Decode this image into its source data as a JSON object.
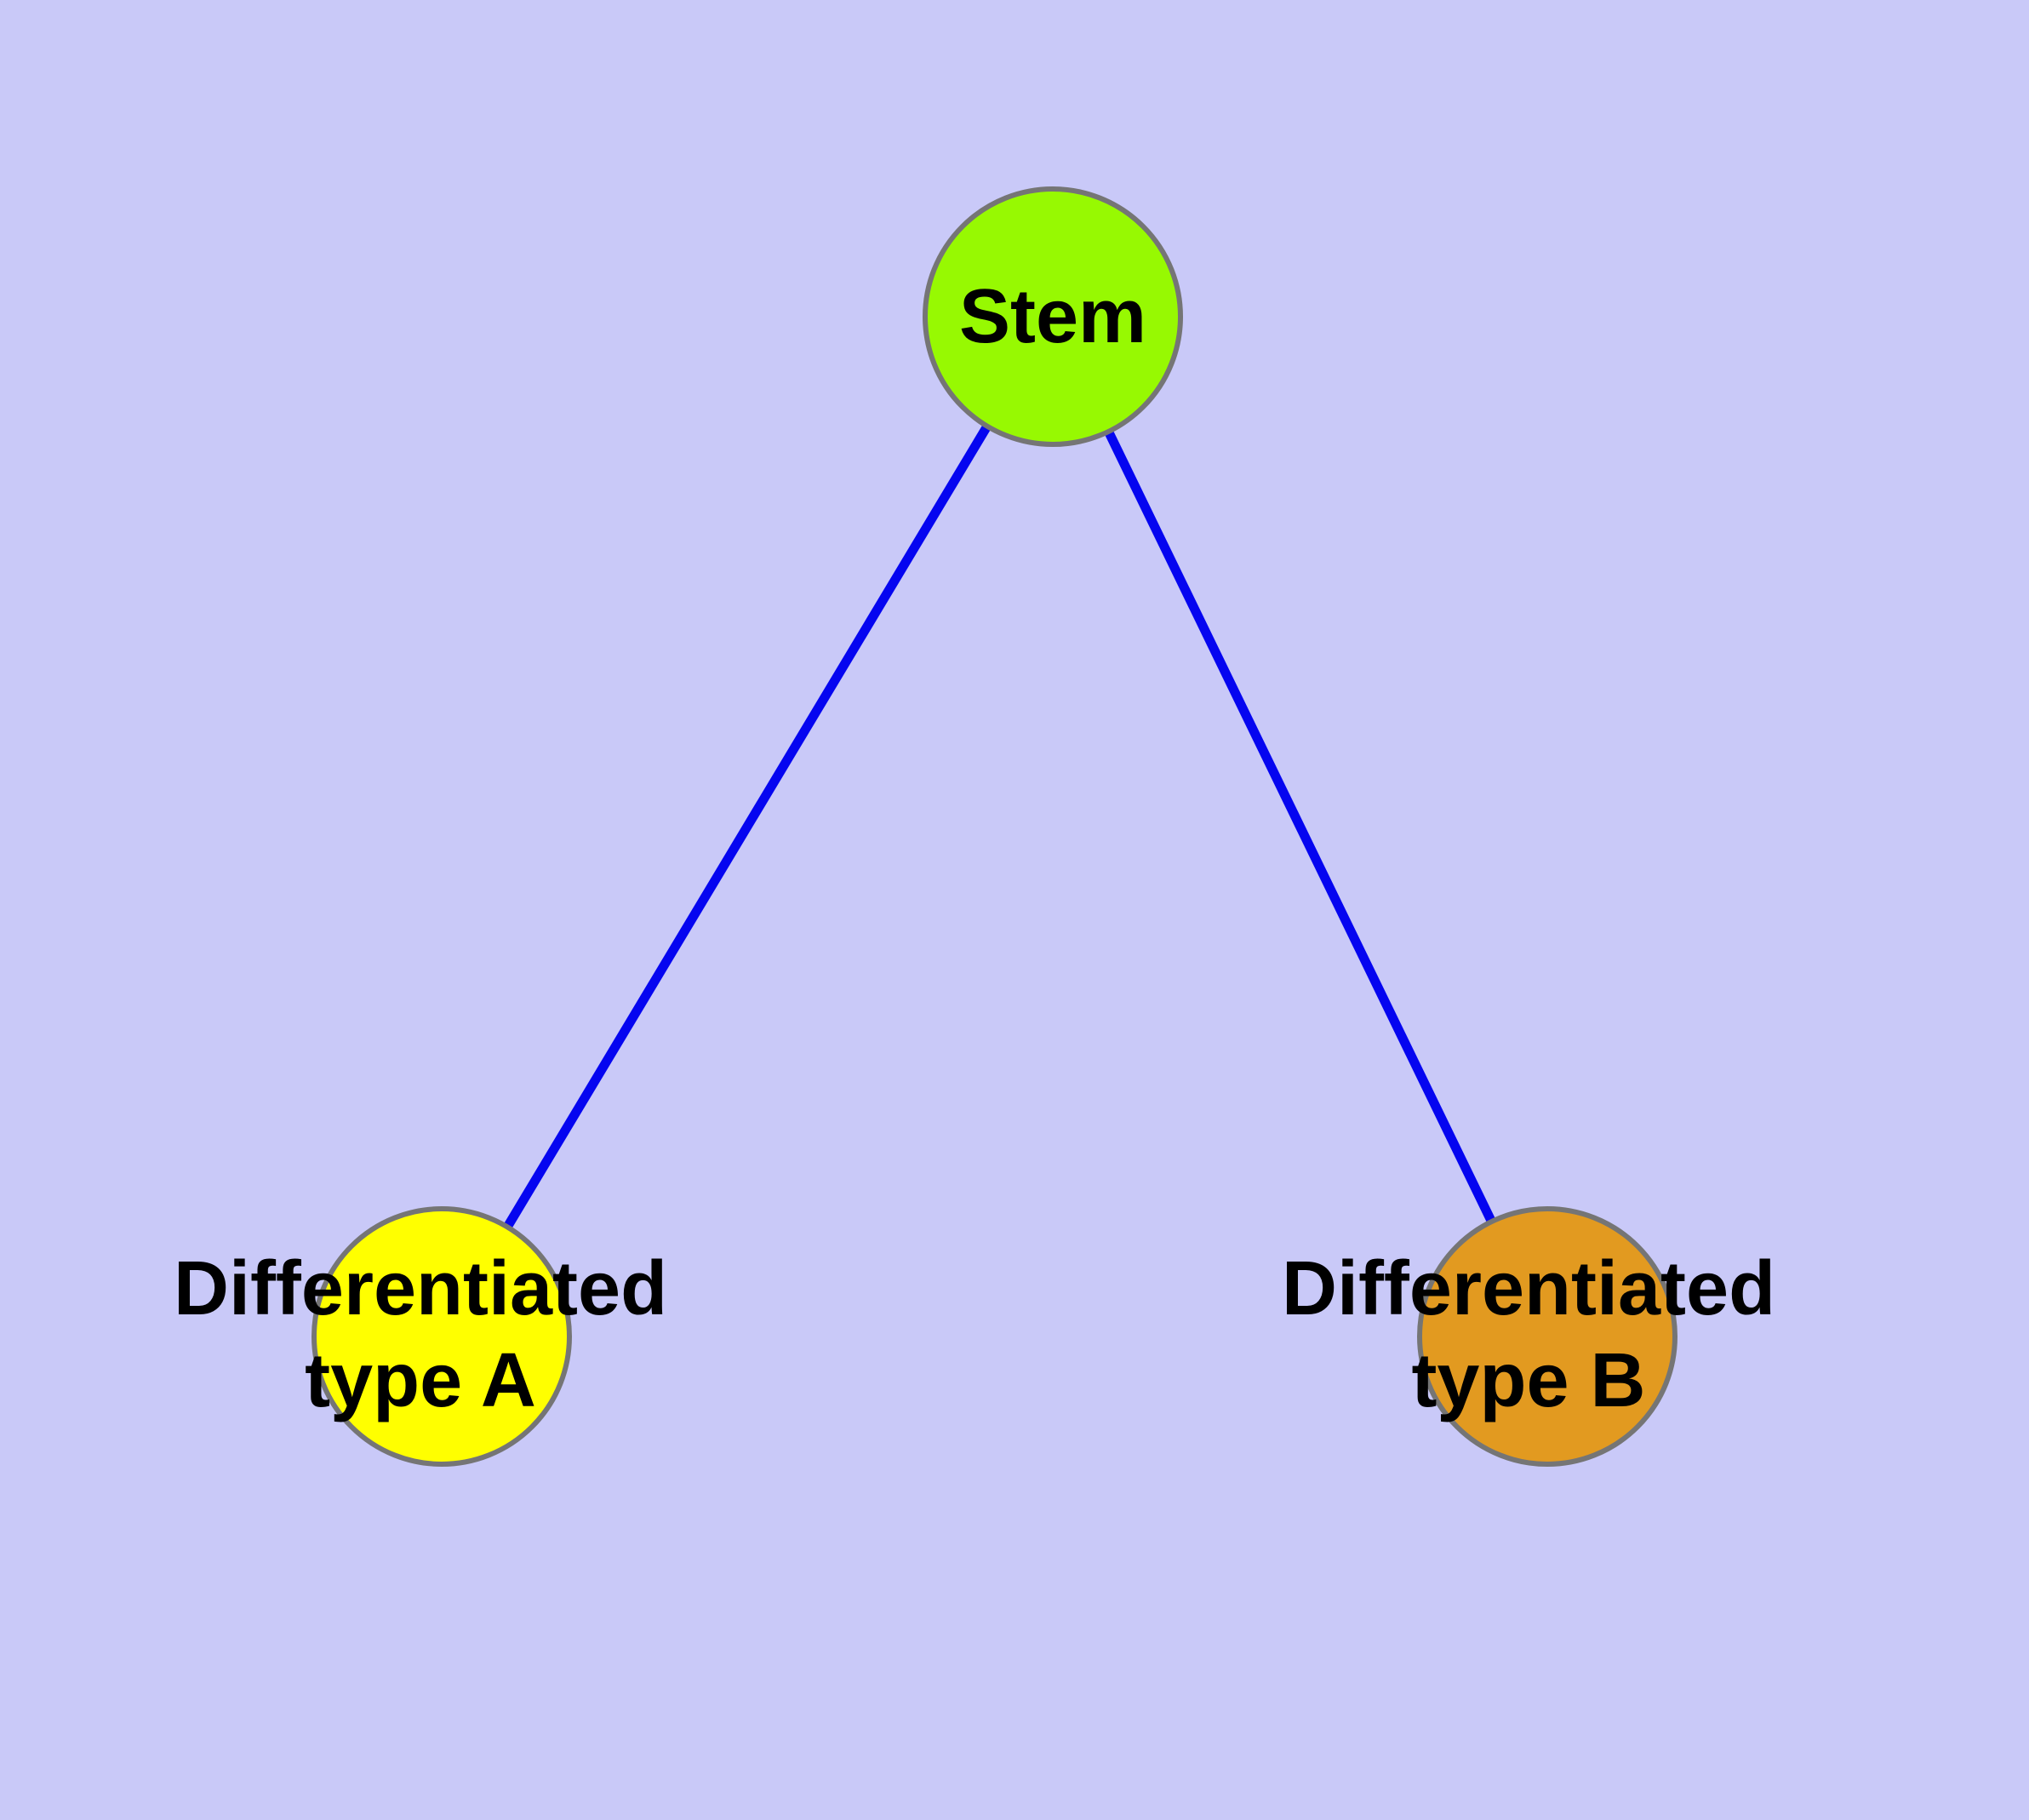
{
  "diagram": {
    "background_color": "#C9C9F8",
    "edge_color": "#0505F0",
    "node_border_color": "#757575",
    "text_color": "#000000",
    "nodes": [
      {
        "id": "stem",
        "label": "Stem",
        "fill": "#97F902"
      },
      {
        "id": "differentiated-type-a",
        "label": "Differentiated\ntype A",
        "fill": "#FFFF00"
      },
      {
        "id": "differentiated-type-b",
        "label": "Differentiated\ntype B",
        "fill": "#E29A20"
      }
    ],
    "edges": [
      {
        "from": "Stem",
        "to": "Differentiated type A"
      },
      {
        "from": "Stem",
        "to": "Differentiated type B"
      }
    ]
  }
}
